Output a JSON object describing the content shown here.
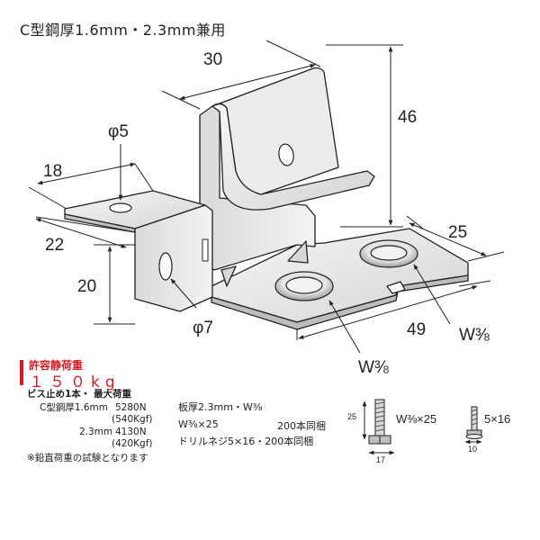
{
  "title": "C型鋼厚1.6mm・2.3mm兼用",
  "dimensions": {
    "width_top": "30",
    "height": "46",
    "hole_small": "φ5",
    "left_width": "18",
    "left_depth": "22",
    "front_height": "20",
    "hole_large": "φ7",
    "right_width": "25",
    "base_length": "49",
    "bolt_right": "W⅜",
    "bolt_bottom": "W⅜"
  },
  "load": {
    "heading": "許容静荷重",
    "value": "１５０kg",
    "subheading": "ビス止め1本・ 最大荷重",
    "rows": [
      {
        "label": "C型鋼厚1.6mm",
        "value": "5280N"
      },
      {
        "label": "",
        "value": "(540Kgf)"
      },
      {
        "label": "2.3mm",
        "value": "4130N"
      },
      {
        "label": "",
        "value": "(420Kgf)"
      }
    ],
    "note": "※鉛直荷重の試験となります"
  },
  "package": {
    "thickness": "板厚2.3mm・W⅜",
    "line1_left": "W⅜×25",
    "line1_right": "200本同梱",
    "line2": "ドリルネジ5×16・200本同梱"
  },
  "fasteners": {
    "bolt_len": "25",
    "bolt_width": "17",
    "bolt_label": "W⅜×25",
    "screw_label": "5×16",
    "screw_width": "10"
  },
  "colors": {
    "metal": "#e9e9ea",
    "metal_dark": "#c9c9cb",
    "metal_light": "#f6f6f7",
    "outline": "#222222",
    "accent": "#d71920"
  }
}
